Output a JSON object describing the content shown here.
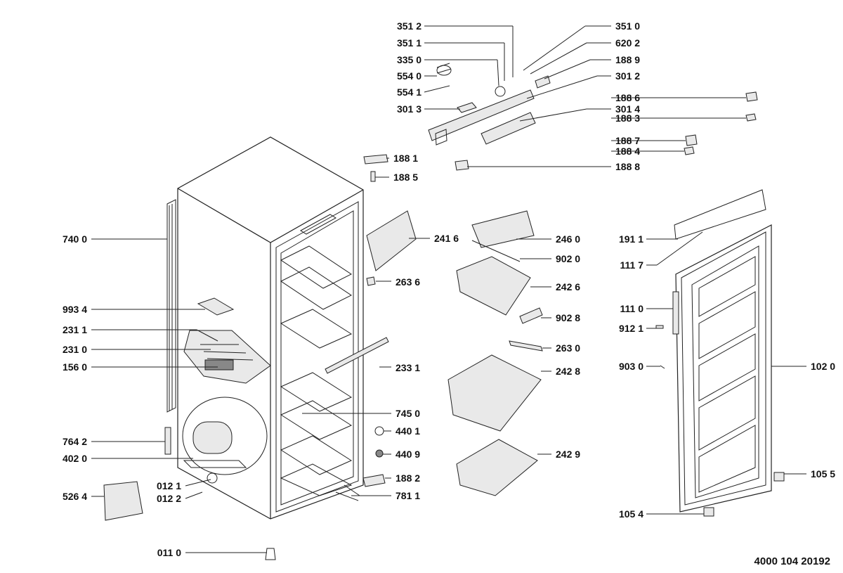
{
  "document_number": "4000 104 20192",
  "labels": {
    "p3512": "351 2",
    "p3511": "351 1",
    "p3350": "335 0",
    "p5540": "554 0",
    "p5541": "554 1",
    "p3013": "301 3",
    "p3510": "351 0",
    "p6202": "620 2",
    "p1889": "188 9",
    "p3012": "301 2",
    "p1886": "188 6",
    "p3014": "301 4",
    "p1883": "188 3",
    "p1887": "188 7",
    "p1884": "188 4",
    "p1888": "188 8",
    "p1881": "188 1",
    "p1885": "188 5",
    "p7400": "740 0",
    "p2416": "241 6",
    "p2460": "246 0",
    "p1911": "191 1",
    "p9020": "902 0",
    "p1117": "111 7",
    "p2636": "263 6",
    "p2426": "242 6",
    "p9934": "993 4",
    "p1110": "111 0",
    "p9028": "902 8",
    "p2311": "231 1",
    "p9121": "912 1",
    "p2310": "231 0",
    "p2630": "263 0",
    "p1560": "156 0",
    "p2331": "233 1",
    "p2428": "242 8",
    "p9030": "903 0",
    "p1020": "102 0",
    "p7450": "745 0",
    "p4401": "440 1",
    "p7642": "764 2",
    "p4409": "440 9",
    "p4020": "402 0",
    "p2429": "242 9",
    "p1055": "105 5",
    "p0121": "012 1",
    "p1882": "188 2",
    "p5264": "526 4",
    "p0122": "012 2",
    "p7811": "781 1",
    "p1054": "105 4",
    "p0110": "011 0"
  }
}
